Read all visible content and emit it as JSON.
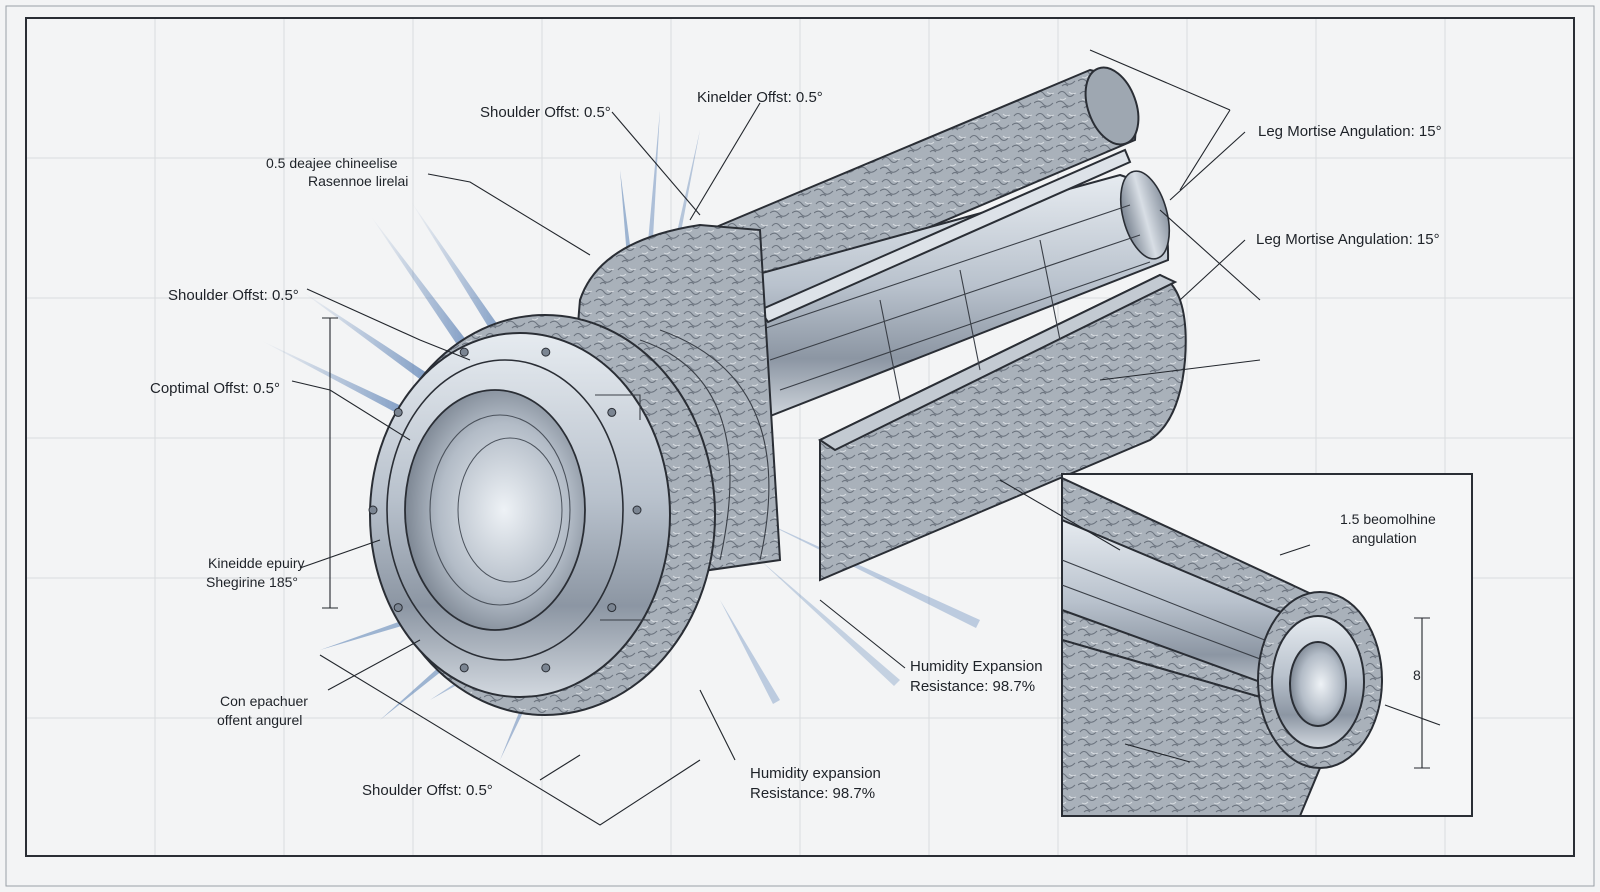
{
  "labels": {
    "shoulder_offset_top": "Shoulder Offst: 0.5°",
    "kinelder_offset": "Kinelder Offst: 0.5°",
    "degree_line1": "0.5 deajee chineelise",
    "degree_line2": "Rasennoe lirelai",
    "shoulder_offset_left": "Shoulder Offst: 0.5°",
    "optimal_offset": "Coptimal Offst: 0.5°",
    "kineside_line1": "Kineidde epuiry",
    "kineside_line2": "Shegirine 185°",
    "con_line1": "Con epachuer",
    "con_line2": "offent angurel",
    "shoulder_offset_bottom": "Shoulder Offst: 0.5°",
    "humidity_lower_line1": "Humidity expansion",
    "humidity_lower_line2": "Resistance: 98.7%",
    "humidity_upper_line1": "Humidity Expansion",
    "humidity_upper_line2": "Resistance: 98.7%",
    "leg_mortise_1": "Leg Mortise Angulation: 15°",
    "leg_mortise_2": "Leg Mortise Angulation: 15°",
    "inset_line1": "1.5 beomolhine",
    "inset_line2": "angulation",
    "inset_dim": "8"
  },
  "colors": {
    "background": "#f3f4f5",
    "grid": "#d9dcdf",
    "steel": "#b8c0ca",
    "steel_dark": "#6e7784",
    "accent_blue": "#3d6aa8",
    "ink": "#1e2228"
  }
}
